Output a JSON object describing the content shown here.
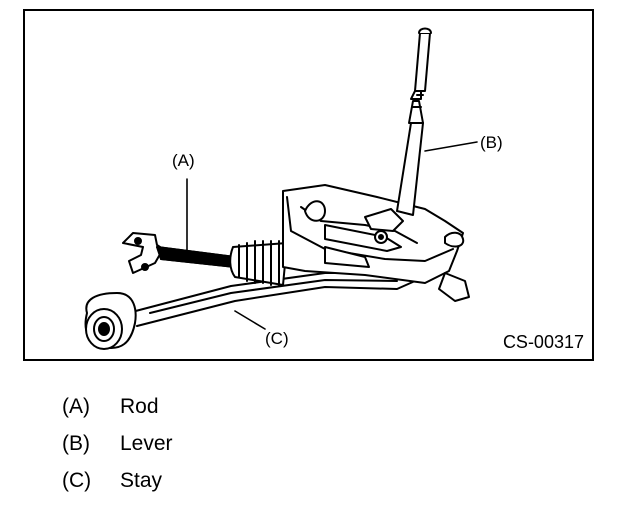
{
  "figure": {
    "code": "CS-00317",
    "callouts": {
      "a": "(A)",
      "b": "(B)",
      "c": "(C)"
    }
  },
  "legend": [
    {
      "key": "(A)",
      "label": "Rod"
    },
    {
      "key": "(B)",
      "label": "Lever"
    },
    {
      "key": "(C)",
      "label": "Stay"
    }
  ]
}
